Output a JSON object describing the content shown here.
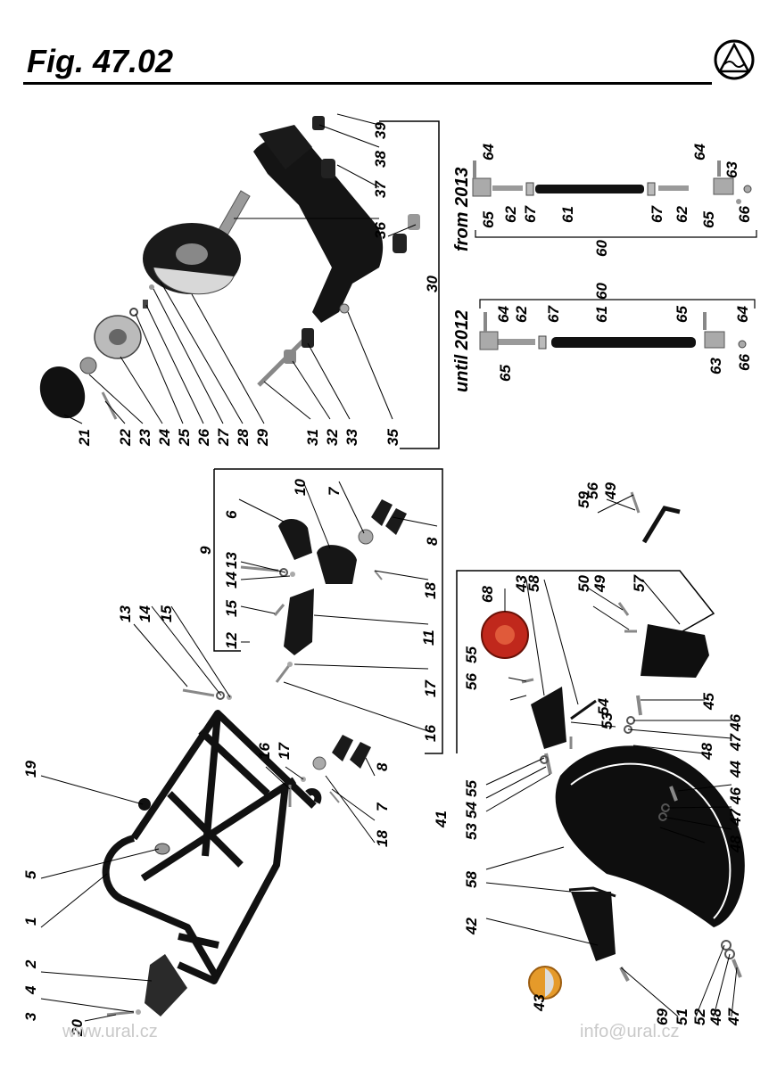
{
  "figure": {
    "title": "Fig. 47.02"
  },
  "footer": {
    "left": "www.ural.cz",
    "right": "info@ural.cz"
  },
  "sections": {
    "from": "from 2013",
    "until": "until 2012"
  },
  "colors": {
    "part": "#111111",
    "metal": "#9a9a9a",
    "lamp_red": "#c0281c",
    "lamp_amber": "#e59a2a"
  },
  "labels": [
    "21",
    "22",
    "23",
    "24",
    "25",
    "26",
    "27",
    "28",
    "29",
    "31",
    "32",
    "33",
    "35",
    "30",
    "36",
    "37",
    "38",
    "39",
    "64",
    "65",
    "62",
    "67",
    "61",
    "67",
    "62",
    "65",
    "64",
    "63",
    "66",
    "60",
    "64",
    "62",
    "67",
    "61",
    "60",
    "65",
    "64",
    "65",
    "63",
    "66",
    "6",
    "10",
    "7",
    "9",
    "13",
    "14",
    "15",
    "12",
    "11",
    "8",
    "18",
    "17",
    "16",
    "13",
    "14",
    "15",
    "19",
    "5",
    "1",
    "2",
    "4",
    "3",
    "20",
    "16",
    "17",
    "8",
    "7",
    "18",
    "56",
    "59",
    "49",
    "68",
    "43",
    "58",
    "50",
    "49",
    "57",
    "55",
    "56",
    "54",
    "53",
    "45",
    "46",
    "47",
    "48",
    "44",
    "46",
    "47",
    "48",
    "41",
    "55",
    "54",
    "53",
    "58",
    "42",
    "43",
    "69",
    "51",
    "52",
    "48",
    "47",
    "44"
  ]
}
